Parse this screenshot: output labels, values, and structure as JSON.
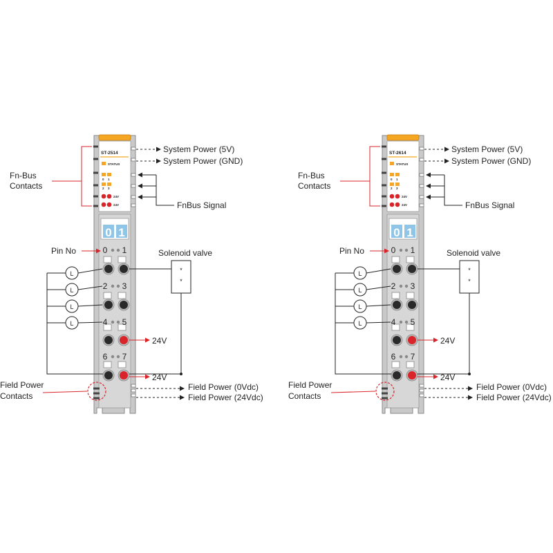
{
  "colors": {
    "accent_red": "#d9242a",
    "module_orange": "#f5a623",
    "module_gray": "#c9c9c9",
    "display_blue": "#8fc6e8"
  },
  "modules": [
    {
      "model": "ST-2514",
      "status_label": "STATUS",
      "led_labels": [
        "0",
        "1",
        "2",
        "3"
      ],
      "led_24v_label": "24V",
      "display_digits": [
        "0",
        "1"
      ],
      "pin_numbers": [
        "0",
        "1",
        "2",
        "3",
        "4",
        "5",
        "6",
        "7"
      ],
      "lamp_symbol": "L",
      "valve_symbol": "*",
      "labels": {
        "fnbus_contacts": [
          "Fn-Bus",
          "Contacts"
        ],
        "system_power_5v": "System Power (5V)",
        "system_power_gnd": "System Power (GND)",
        "fnbus_signal": "FnBus Signal",
        "pin_no": "Pin No",
        "solenoid_valve": "Solenoid valve",
        "v24_a": "24V",
        "v24_b": "24V",
        "field_power_contacts": [
          "Field Power",
          "Contacts"
        ],
        "field_power_0v": "Field Power (0Vdc)",
        "field_power_24v": "Field Power (24Vdc)"
      }
    },
    {
      "model": "ST-2614",
      "status_label": "STATUS",
      "led_labels": [
        "0",
        "1",
        "2",
        "3"
      ],
      "led_24v_label": "24V",
      "display_digits": [
        "0",
        "1"
      ],
      "pin_numbers": [
        "0",
        "1",
        "2",
        "3",
        "4",
        "5",
        "6",
        "7"
      ],
      "lamp_symbol": "L",
      "valve_symbol": "*",
      "labels": {
        "fnbus_contacts": [
          "Fn-Bus",
          "Contacts"
        ],
        "system_power_5v": "System Power (5V)",
        "system_power_gnd": "System Power (GND)",
        "fnbus_signal": "FnBus Signal",
        "pin_no": "Pin No",
        "solenoid_valve": "Solenoid valve",
        "v24_a": "24V",
        "v24_b": "24V",
        "field_power_contacts": [
          "Field Power",
          "Contacts"
        ],
        "field_power_0v": "Field Power (0Vdc)",
        "field_power_24v": "Field Power (24Vdc)"
      }
    }
  ]
}
